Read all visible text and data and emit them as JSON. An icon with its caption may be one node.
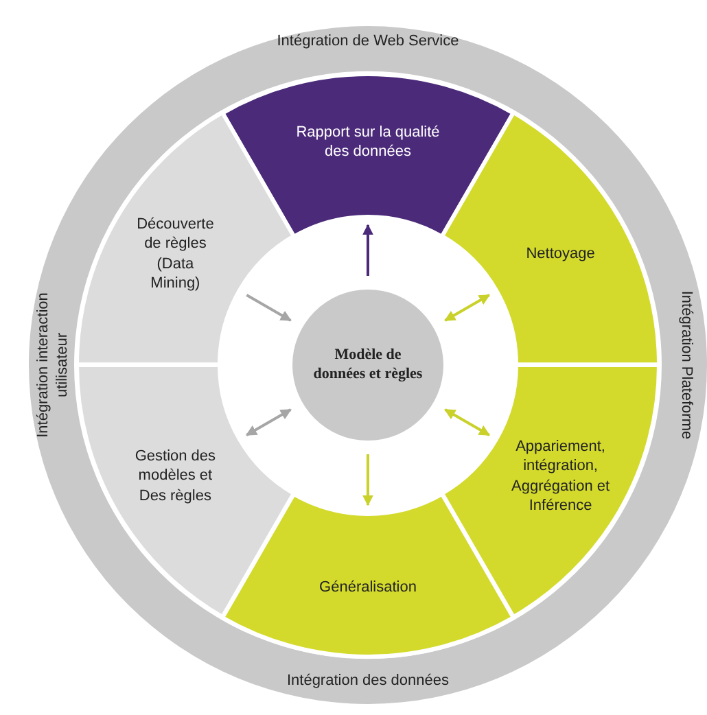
{
  "diagram": {
    "nodes": [
      {
        "text": [
          "Rapport sur la qualité des données"
        ]
      },
      {
        "text": [
          "Nettoyage"
        ]
      },
      {
        "text": [
          "Appariement, intégration, Aggrégation et Inférence"
        ]
      },
      {
        "text": [
          "Généralisation"
        ]
      },
      {
        "text": [
          "Gestion des modèles et Des règles"
        ]
      },
      {
        "text": [
          "Découverte de règles (Data Mining)"
        ]
      },
      {
        "text": [
          "Modèle de données et règles"
        ]
      }
    ],
    "edges": [
      {
        "from": 6,
        "to": 0,
        "arrow": "to",
        "color": "#4b2a7a"
      },
      {
        "from": 6,
        "to": 1,
        "arrow": "both"
      },
      {
        "from": 6,
        "to": 2,
        "arrow": "both"
      },
      {
        "from": 6,
        "to": 3,
        "arrow": "to"
      },
      {
        "from": 6,
        "to": 4,
        "arrow": "both",
        "color": "#a6a6a6"
      },
      {
        "from": 5,
        "to": 6,
        "arrow": "to",
        "color": "#a6a6a6"
      }
    ],
    "labels": [
      "Intégration de Web Service",
      "Intégration interaction utilisateur",
      "Intégration Plateforme",
      "Intégration des données"
    ]
  }
}
